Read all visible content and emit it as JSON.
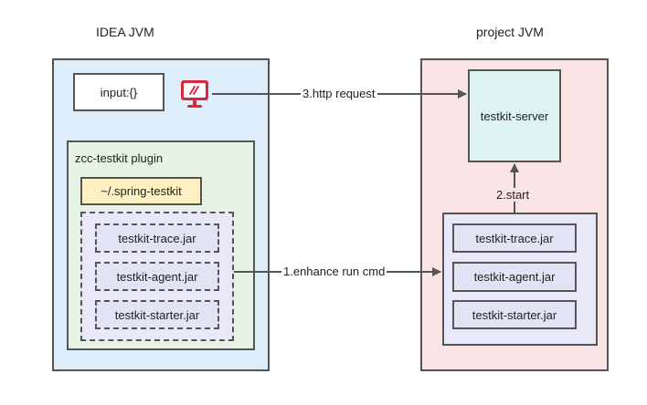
{
  "idea_jvm": {
    "title": "IDEA JVM",
    "input_box": "input:{}",
    "plugin": {
      "title": "zcc-testkit plugin",
      "folder": "~/.spring-testkit",
      "jars": [
        "testkit-trace.jar",
        "testkit-agent.jar",
        "testkit-starter.jar"
      ]
    }
  },
  "project_jvm": {
    "title": "project JVM",
    "server": "testkit-server",
    "jars": [
      "testkit-trace.jar",
      "testkit-agent.jar",
      "testkit-starter.jar"
    ]
  },
  "edges": {
    "http_request": "3.http request",
    "start": "2.start",
    "enhance": "1.enhance run cmd"
  },
  "icons": {
    "monitor": "monitor-icon"
  },
  "colors": {
    "idea_bg": "#dfeefb",
    "project_bg": "#fbe4e6",
    "plugin_bg": "#e5f4e5",
    "folder_bg": "#fdf0c2",
    "jar_group_bg": "#e8e8f8",
    "jar_bg": "#e2e4f6",
    "server_bg": "#dff3f0",
    "icon_red": "#d8283c",
    "stroke": "#555555"
  }
}
